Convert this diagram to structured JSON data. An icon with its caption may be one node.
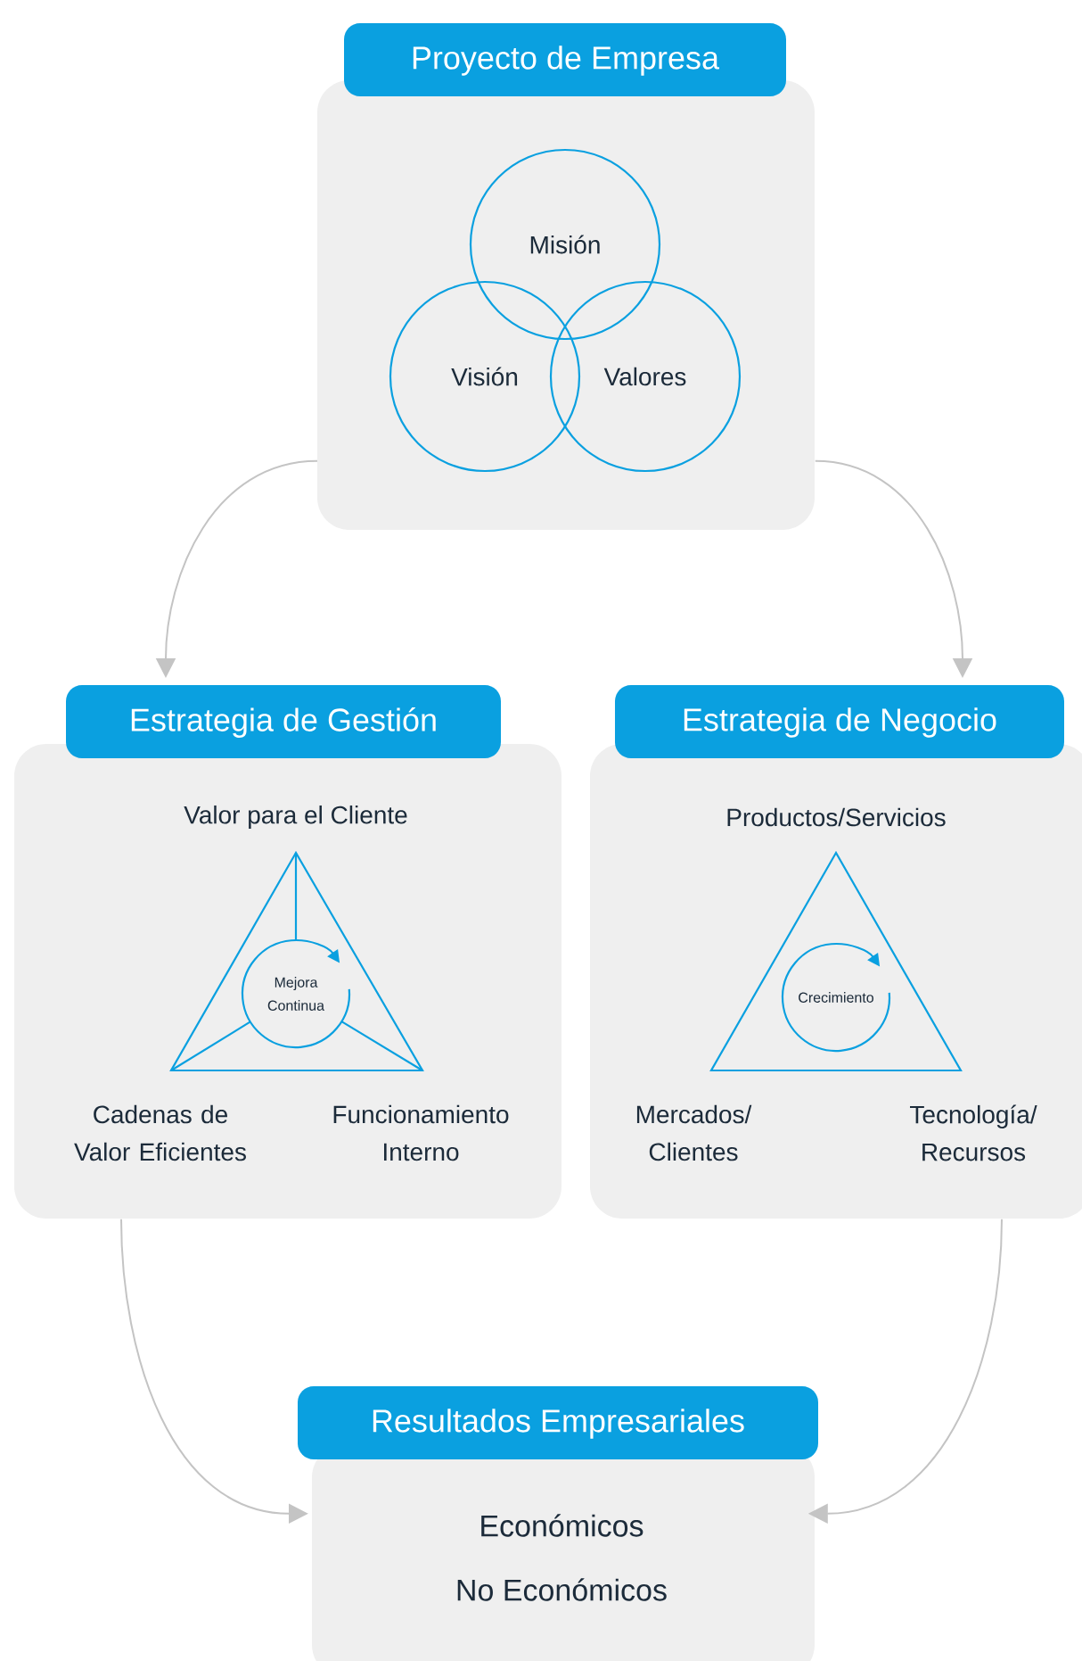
{
  "diagram": {
    "nodes": [
      {
        "text": [
          "Proyecto de Empresa"
        ]
      },
      {
        "text": [
          "Misión"
        ],
        "in": 0
      },
      {
        "text": [
          "Visión"
        ],
        "in": 0
      },
      {
        "text": [
          "Valores"
        ],
        "in": 0
      },
      {
        "text": [
          "Estrategia de Gestión",
          "Valor para el Cliente",
          "Cadenas de Valor Eficientes",
          "Funcionamiento Interno"
        ]
      },
      {
        "text": [
          "Mejora Continua"
        ],
        "in": 4
      },
      {
        "text": [
          "Estrategia de Negocio",
          "Productos/Servicios",
          "Mercados/ Clientes",
          "Tecnología/ Recursos"
        ]
      },
      {
        "text": [
          "Crecimiento"
        ],
        "in": 6
      },
      {
        "text": [
          "Resultados Empresariales",
          "Económicos",
          "No Económicos"
        ]
      }
    ],
    "edges": [
      {
        "from": 0,
        "to": 4,
        "arrow": "to"
      },
      {
        "from": 0,
        "to": 6,
        "arrow": "to"
      },
      {
        "from": 4,
        "to": 8,
        "arrow": "to"
      },
      {
        "from": 6,
        "to": 8,
        "arrow": "to"
      }
    ]
  }
}
